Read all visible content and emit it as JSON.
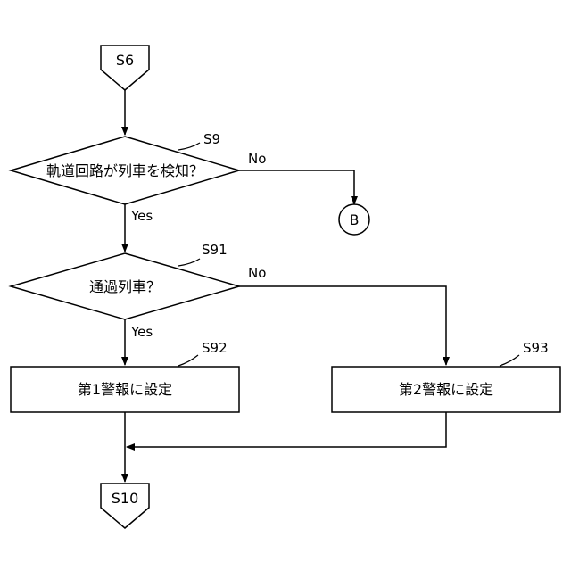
{
  "connectors": {
    "start": "S6",
    "end": "S10",
    "offpage": "B"
  },
  "decisions": {
    "detect": {
      "step": "S9",
      "text": "軌道回路が列車を検知？"
    },
    "passing": {
      "step": "S91",
      "text": "通過列車？"
    }
  },
  "processes": {
    "alarm1": {
      "step": "S92",
      "text": "第1警報に設定"
    },
    "alarm2": {
      "step": "S93",
      "text": "第2警報に設定"
    }
  },
  "branch_labels": {
    "detect_no": "No",
    "detect_yes": "Yes",
    "passing_no": "No",
    "passing_yes": "Yes"
  }
}
